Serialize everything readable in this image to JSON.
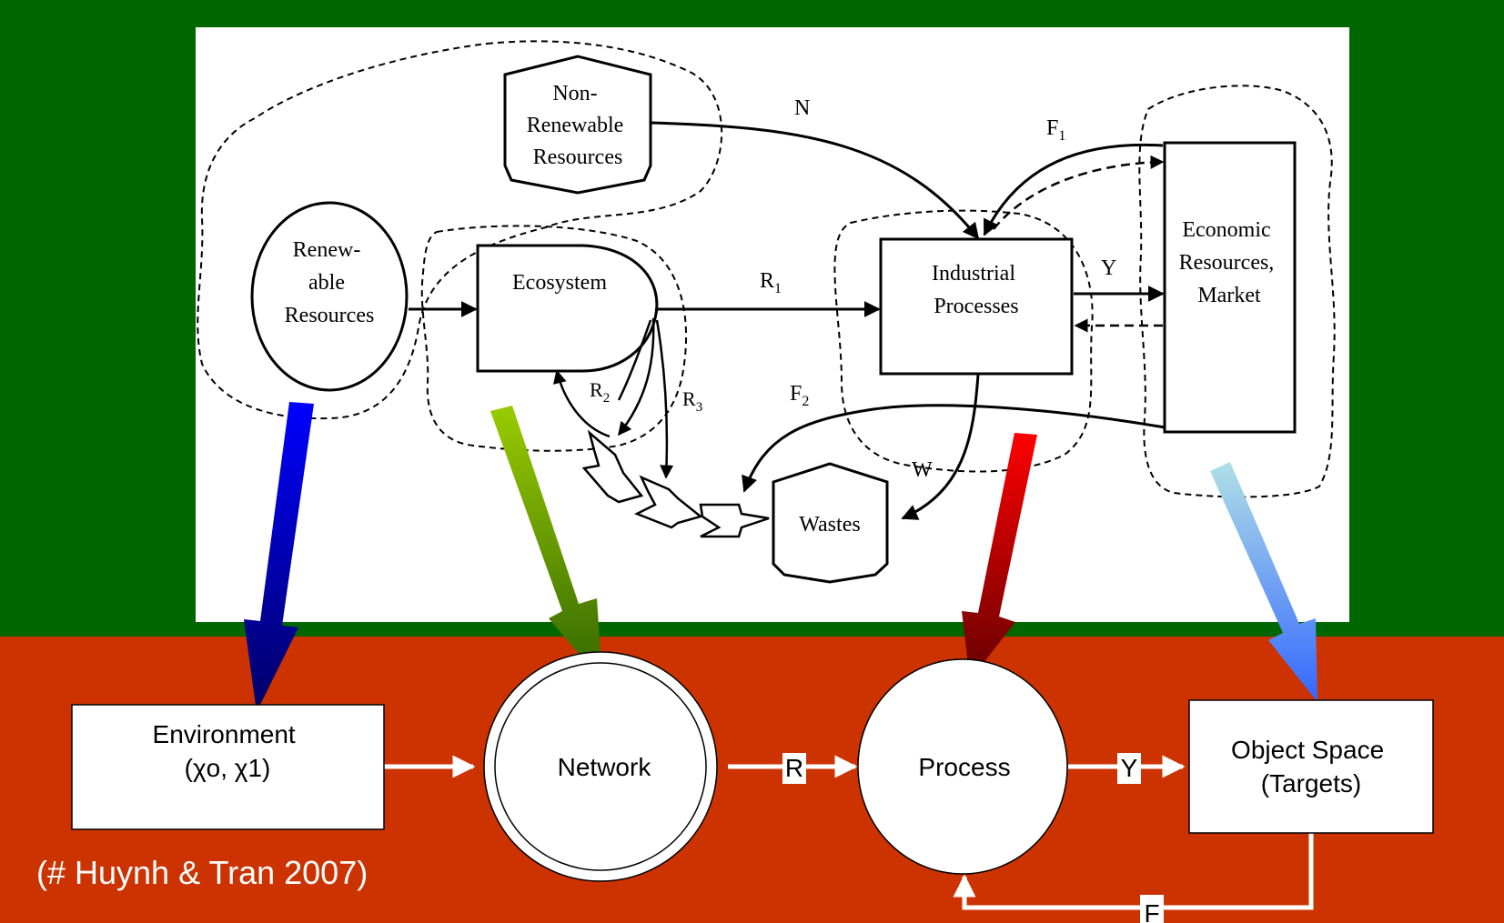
{
  "colors": {
    "top_background": "#006600",
    "bottom_background": "#cc3300",
    "white": "#ffffff",
    "arrow_blue_dark": "#000066",
    "arrow_blue": "#0000ff",
    "arrow_green_light": "#99cc00",
    "arrow_green_dark": "#336600",
    "arrow_red": "#ff0000",
    "arrow_red_dark": "#660000",
    "arrow_lightblue": "#b0e0e6",
    "arrow_blue_light": "#3366ff"
  },
  "upper_diagram": {
    "non_renewable": [
      "Non-",
      "Renewable",
      "Resources"
    ],
    "renewable": [
      "Renew-",
      "able",
      "Resources"
    ],
    "ecosystem": "Ecosystem",
    "industrial": [
      "Industrial",
      "Processes"
    ],
    "economic": [
      "Economic",
      "Resources,",
      "Market"
    ],
    "wastes": "Wastes",
    "flow_labels": {
      "n": "N",
      "f1_base": "F",
      "f1_sub": "1",
      "r1_base": "R",
      "r1_sub": "1",
      "y": "Y",
      "f2_base": "F",
      "f2_sub": "2",
      "r2_base": "R",
      "r2_sub": "2",
      "r3_base": "R",
      "r3_sub": "3",
      "w": "W"
    }
  },
  "lower_diagram": {
    "environment": [
      "Environment",
      "(χo, χ1)"
    ],
    "network": "Network",
    "process": "Process",
    "object_space": [
      "Object Space",
      "(Targets)"
    ],
    "label_r": "R",
    "label_y": "Y",
    "label_f": "F"
  },
  "citation": "(# Huynh & Tran 2007)"
}
